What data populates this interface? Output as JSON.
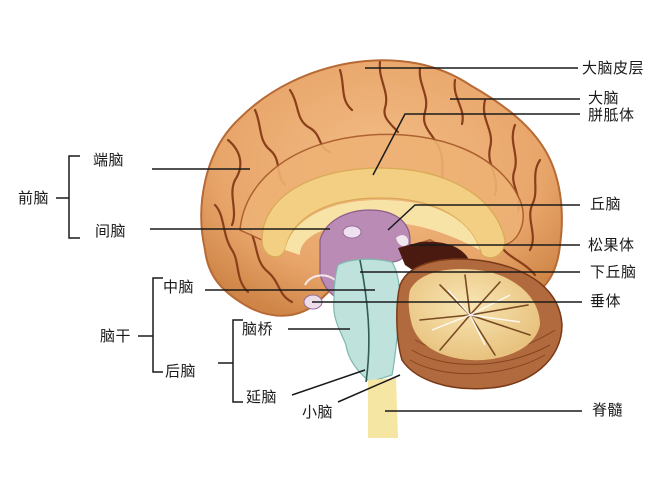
{
  "diagram": {
    "subject": "Human brain, mid-sagittal section",
    "colors": {
      "cortex": "#e8a86a",
      "cortex_dark": "#c97a3e",
      "sulcus": "#8a3f1a",
      "corpus_callosum": "#f2cf82",
      "corpus_callosum_light": "#f8e3a6",
      "diencephalon": "#b98bb5",
      "brainstem": "#bfe3dc",
      "cerebellum_white": "#f3dca2",
      "cerebellum_grey": "#b06a3d",
      "spinal_cord": "#f5e6a4",
      "dark_region": "#4a1a10",
      "leader_line": "#1a1a1a"
    },
    "right_labels": [
      {
        "id": "cerebral-cortex",
        "text": "大脑皮层"
      },
      {
        "id": "cerebrum",
        "text": "大脑"
      },
      {
        "id": "corpus-callosum",
        "text": "胼胝体"
      },
      {
        "id": "thalamus",
        "text": "丘脑"
      },
      {
        "id": "pineal-body",
        "text": "松果体"
      },
      {
        "id": "hypothalamus",
        "text": "下丘脑"
      },
      {
        "id": "pituitary",
        "text": "垂体"
      },
      {
        "id": "spinal-cord",
        "text": "脊髓"
      }
    ],
    "left_labels": {
      "forebrain": "前脑",
      "telencephalon": "端脑",
      "diencephalon": "间脑",
      "brainstem": "脑干",
      "midbrain": "中脑",
      "hindbrain": "后脑",
      "pons": "脑桥",
      "medulla": "延脑",
      "cerebellum": "小脑"
    }
  }
}
